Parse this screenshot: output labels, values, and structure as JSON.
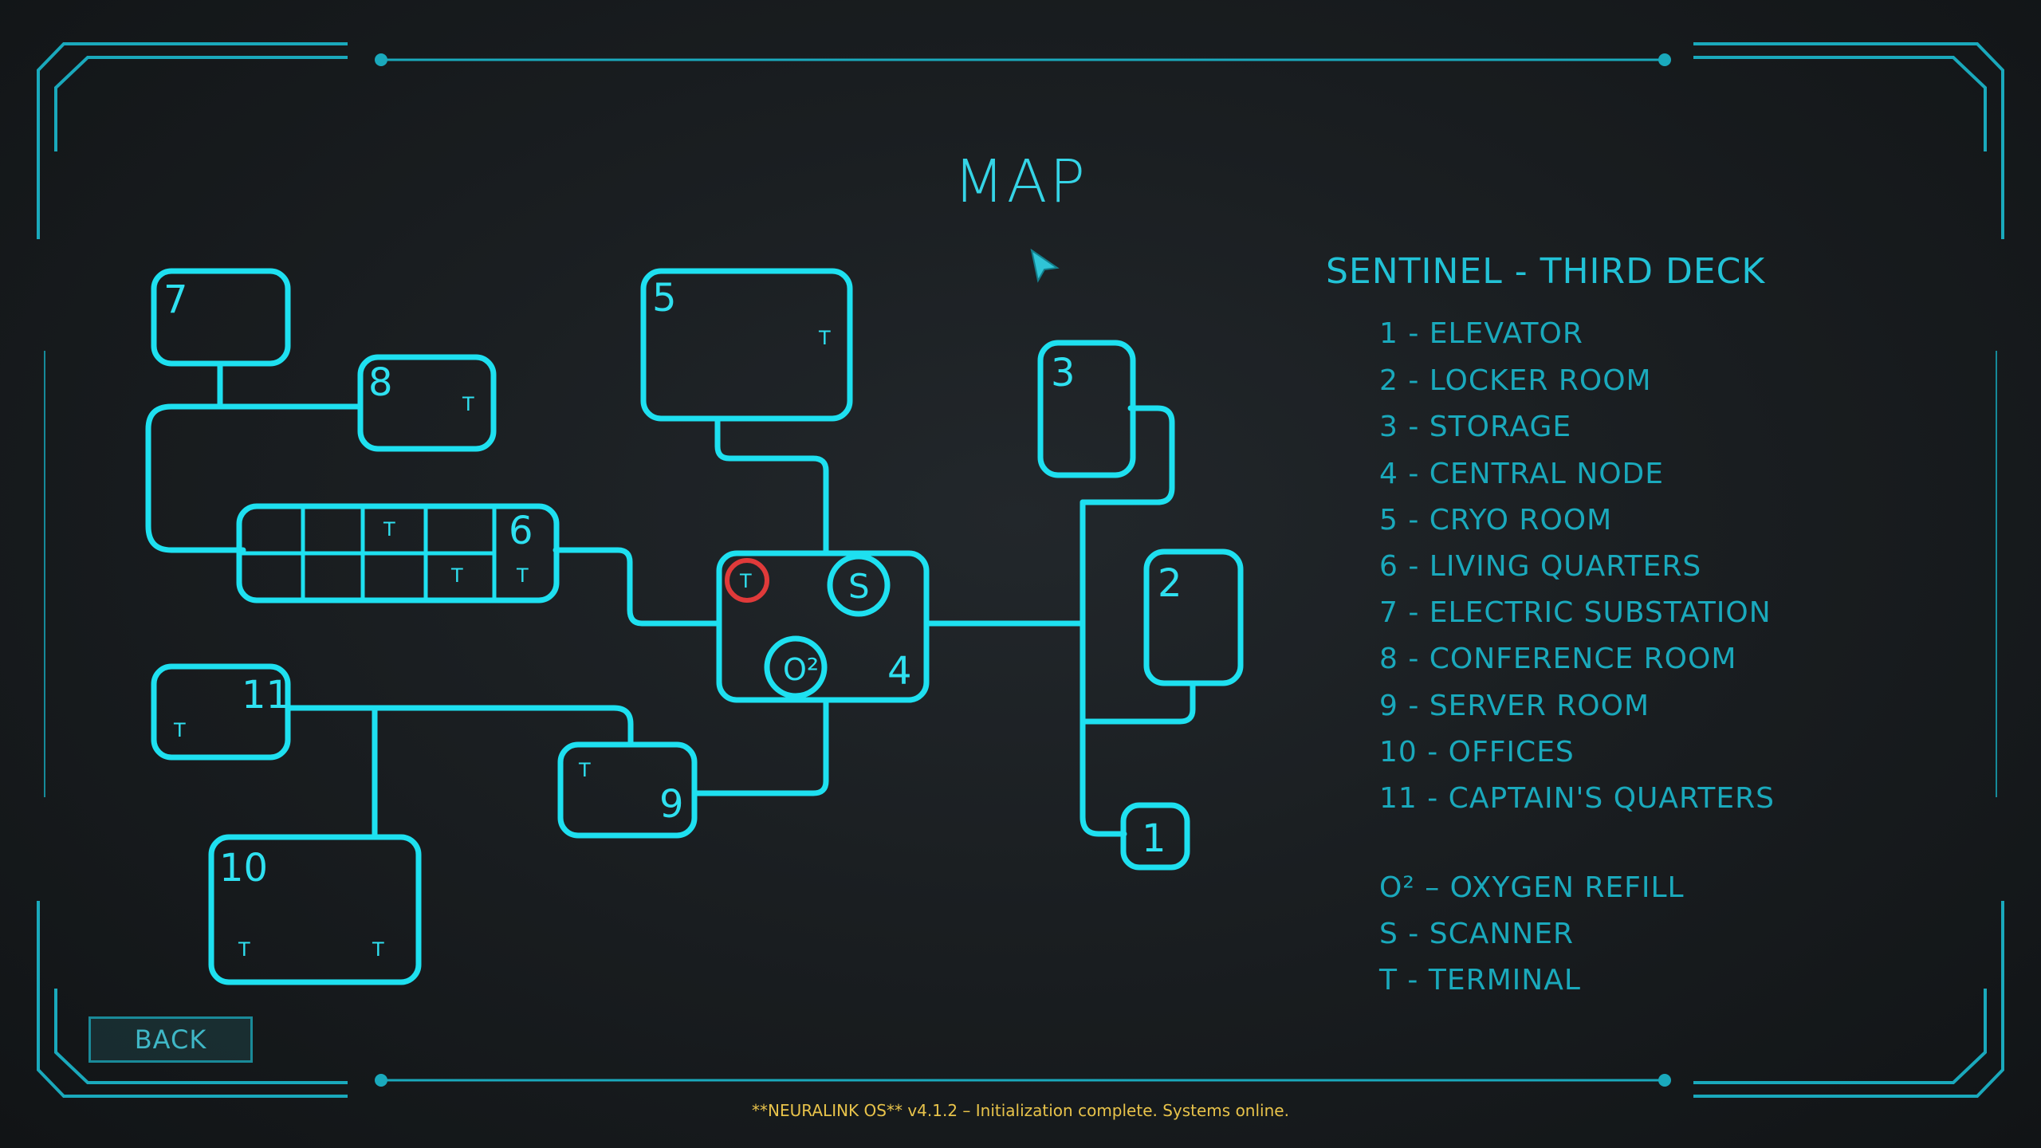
{
  "title": "MAP",
  "deck_title": "SENTINEL - THIRD DECK",
  "rooms": [
    {
      "number": "1",
      "name": "1 - ELEVATOR"
    },
    {
      "number": "2",
      "name": "2 - LOCKER ROOM"
    },
    {
      "number": "3",
      "name": "3 - STORAGE"
    },
    {
      "number": "4",
      "name": "4 - CENTRAL NODE"
    },
    {
      "number": "5",
      "name": "5 - CRYO ROOM"
    },
    {
      "number": "6",
      "name": "6 - LIVING QUARTERS"
    },
    {
      "number": "7",
      "name": "7 - ELECTRIC SUBSTATION"
    },
    {
      "number": "8",
      "name": "8 - CONFERENCE ROOM"
    },
    {
      "number": "9",
      "name": "9 - SERVER ROOM"
    },
    {
      "number": "10",
      "name": "10 - OFFICES"
    },
    {
      "number": "11",
      "name": "11 - CAPTAIN'S QUARTERS"
    }
  ],
  "symbols": [
    {
      "glyph": "O²",
      "name": "O² – OXYGEN REFILL"
    },
    {
      "glyph": "S",
      "name": "S - SCANNER"
    },
    {
      "glyph": "T",
      "name": "T - TERMINAL"
    }
  ],
  "back_label": "BACK",
  "status_line": "**NEURALINK OS** v4.1.2 – Initialization complete. Systems online.",
  "colors": {
    "accent": "#1ee0f0",
    "frame": "#1aa9bc",
    "current_location": "#e03a3a",
    "status_text": "#e8c34a"
  }
}
